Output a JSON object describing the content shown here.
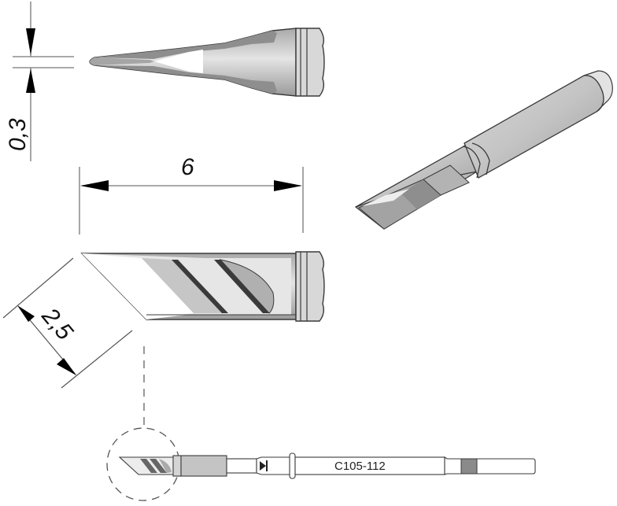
{
  "drawing": {
    "type": "soldering-tip-technical-drawing",
    "part_number": "C105-112",
    "dimensions": {
      "tip_thickness": "0,3",
      "tip_length": "6",
      "blade_width": "2,5"
    },
    "views": [
      "top-view",
      "side-view",
      "isometric-view",
      "full-cartridge-view"
    ],
    "colors": {
      "outline": "#3a3a3a",
      "body": "#c8c8c8",
      "dark_face": "#8a8a8a",
      "light_face": "#e8e8e8",
      "band": "#777777"
    }
  }
}
